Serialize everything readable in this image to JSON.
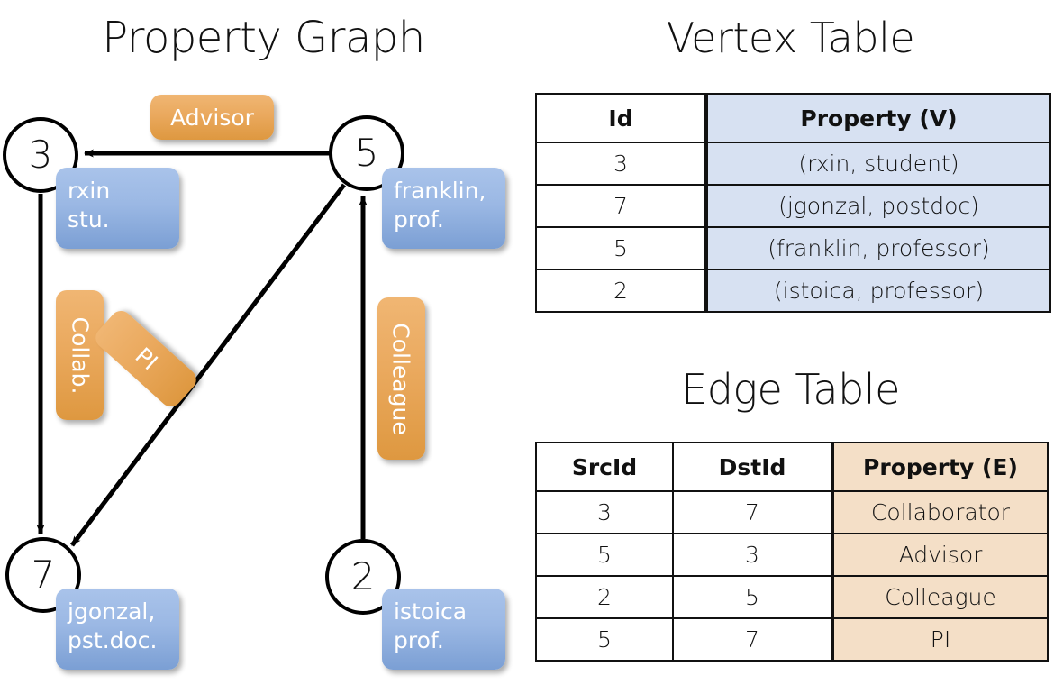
{
  "titles": {
    "property_graph": "Property Graph",
    "vertex_table": "Vertex Table",
    "edge_table": "Edge Table"
  },
  "colors": {
    "vertex_property_fill": "#d7e1f2",
    "edge_property_fill": "#f4dfc7",
    "node_box_blue": "#7b9fd4",
    "edge_label_orange": "#eaa95e",
    "stroke": "#111111",
    "background": "#ffffff"
  },
  "graph": {
    "nodes": [
      {
        "id": "3",
        "property": "rxin\nstu."
      },
      {
        "id": "5",
        "property": "franklin,\nprof."
      },
      {
        "id": "7",
        "property": "jgonzal,\npst.doc."
      },
      {
        "id": "2",
        "property": "istoica\nprof."
      }
    ],
    "edge_labels": [
      {
        "name": "advisor",
        "text": "Advisor"
      },
      {
        "name": "collab",
        "text": "Collab."
      },
      {
        "name": "pi",
        "text": "PI"
      },
      {
        "name": "colleague",
        "text": "Colleague"
      }
    ]
  },
  "vertex_table": {
    "headers": [
      "Id",
      "Property (V)"
    ],
    "rows": [
      [
        "3",
        "(rxin, student)"
      ],
      [
        "7",
        "(jgonzal, postdoc)"
      ],
      [
        "5",
        "(franklin, professor)"
      ],
      [
        "2",
        "(istoica, professor)"
      ]
    ]
  },
  "edge_table": {
    "headers": [
      "SrcId",
      "DstId",
      "Property (E)"
    ],
    "rows": [
      [
        "3",
        "7",
        "Collaborator"
      ],
      [
        "5",
        "3",
        "Advisor"
      ],
      [
        "2",
        "5",
        "Colleague"
      ],
      [
        "5",
        "7",
        "PI"
      ]
    ]
  }
}
